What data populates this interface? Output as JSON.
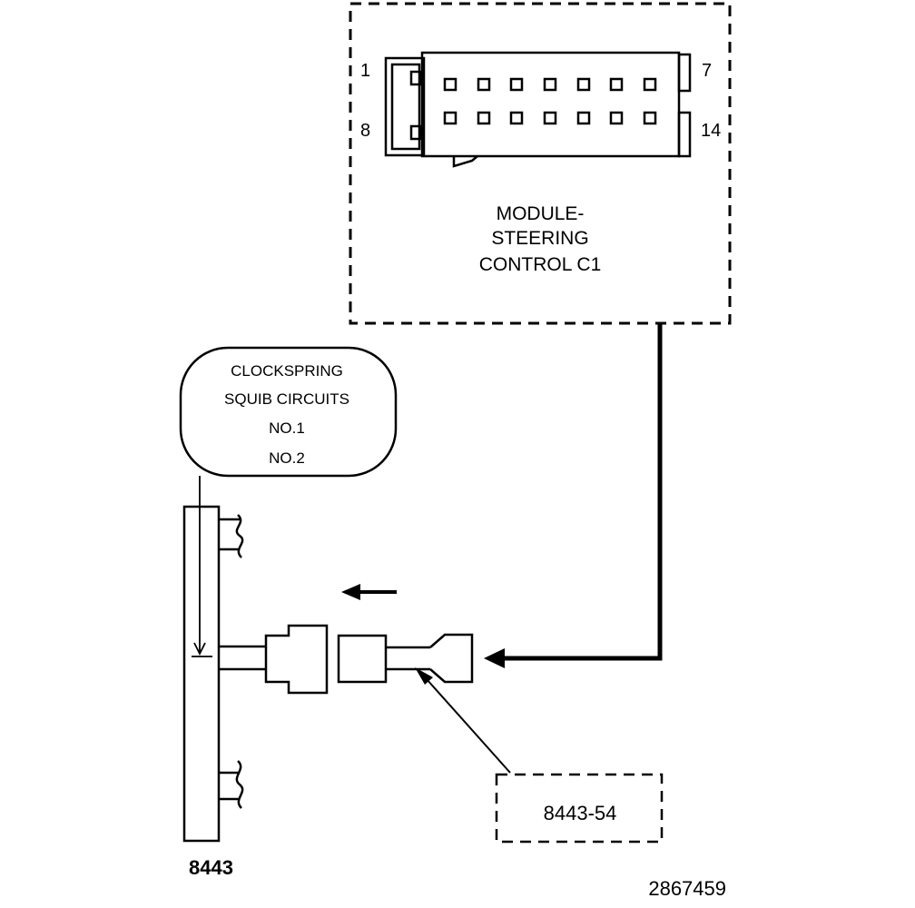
{
  "connector": {
    "pin_top_left": "1",
    "pin_top_right": "7",
    "pin_bottom_left": "8",
    "pin_bottom_right": "14",
    "label_line1": "MODULE-",
    "label_line2": "STEERING",
    "label_line3": "CONTROL C1"
  },
  "clockspring": {
    "line1": "CLOCKSPRING",
    "line2": "SQUIB CIRCUITS",
    "line3": "NO.1",
    "line4": "NO.2"
  },
  "tool_adapter": {
    "label": "8443-54"
  },
  "tool_main": {
    "label": "8443"
  },
  "figure_number": "2867459"
}
